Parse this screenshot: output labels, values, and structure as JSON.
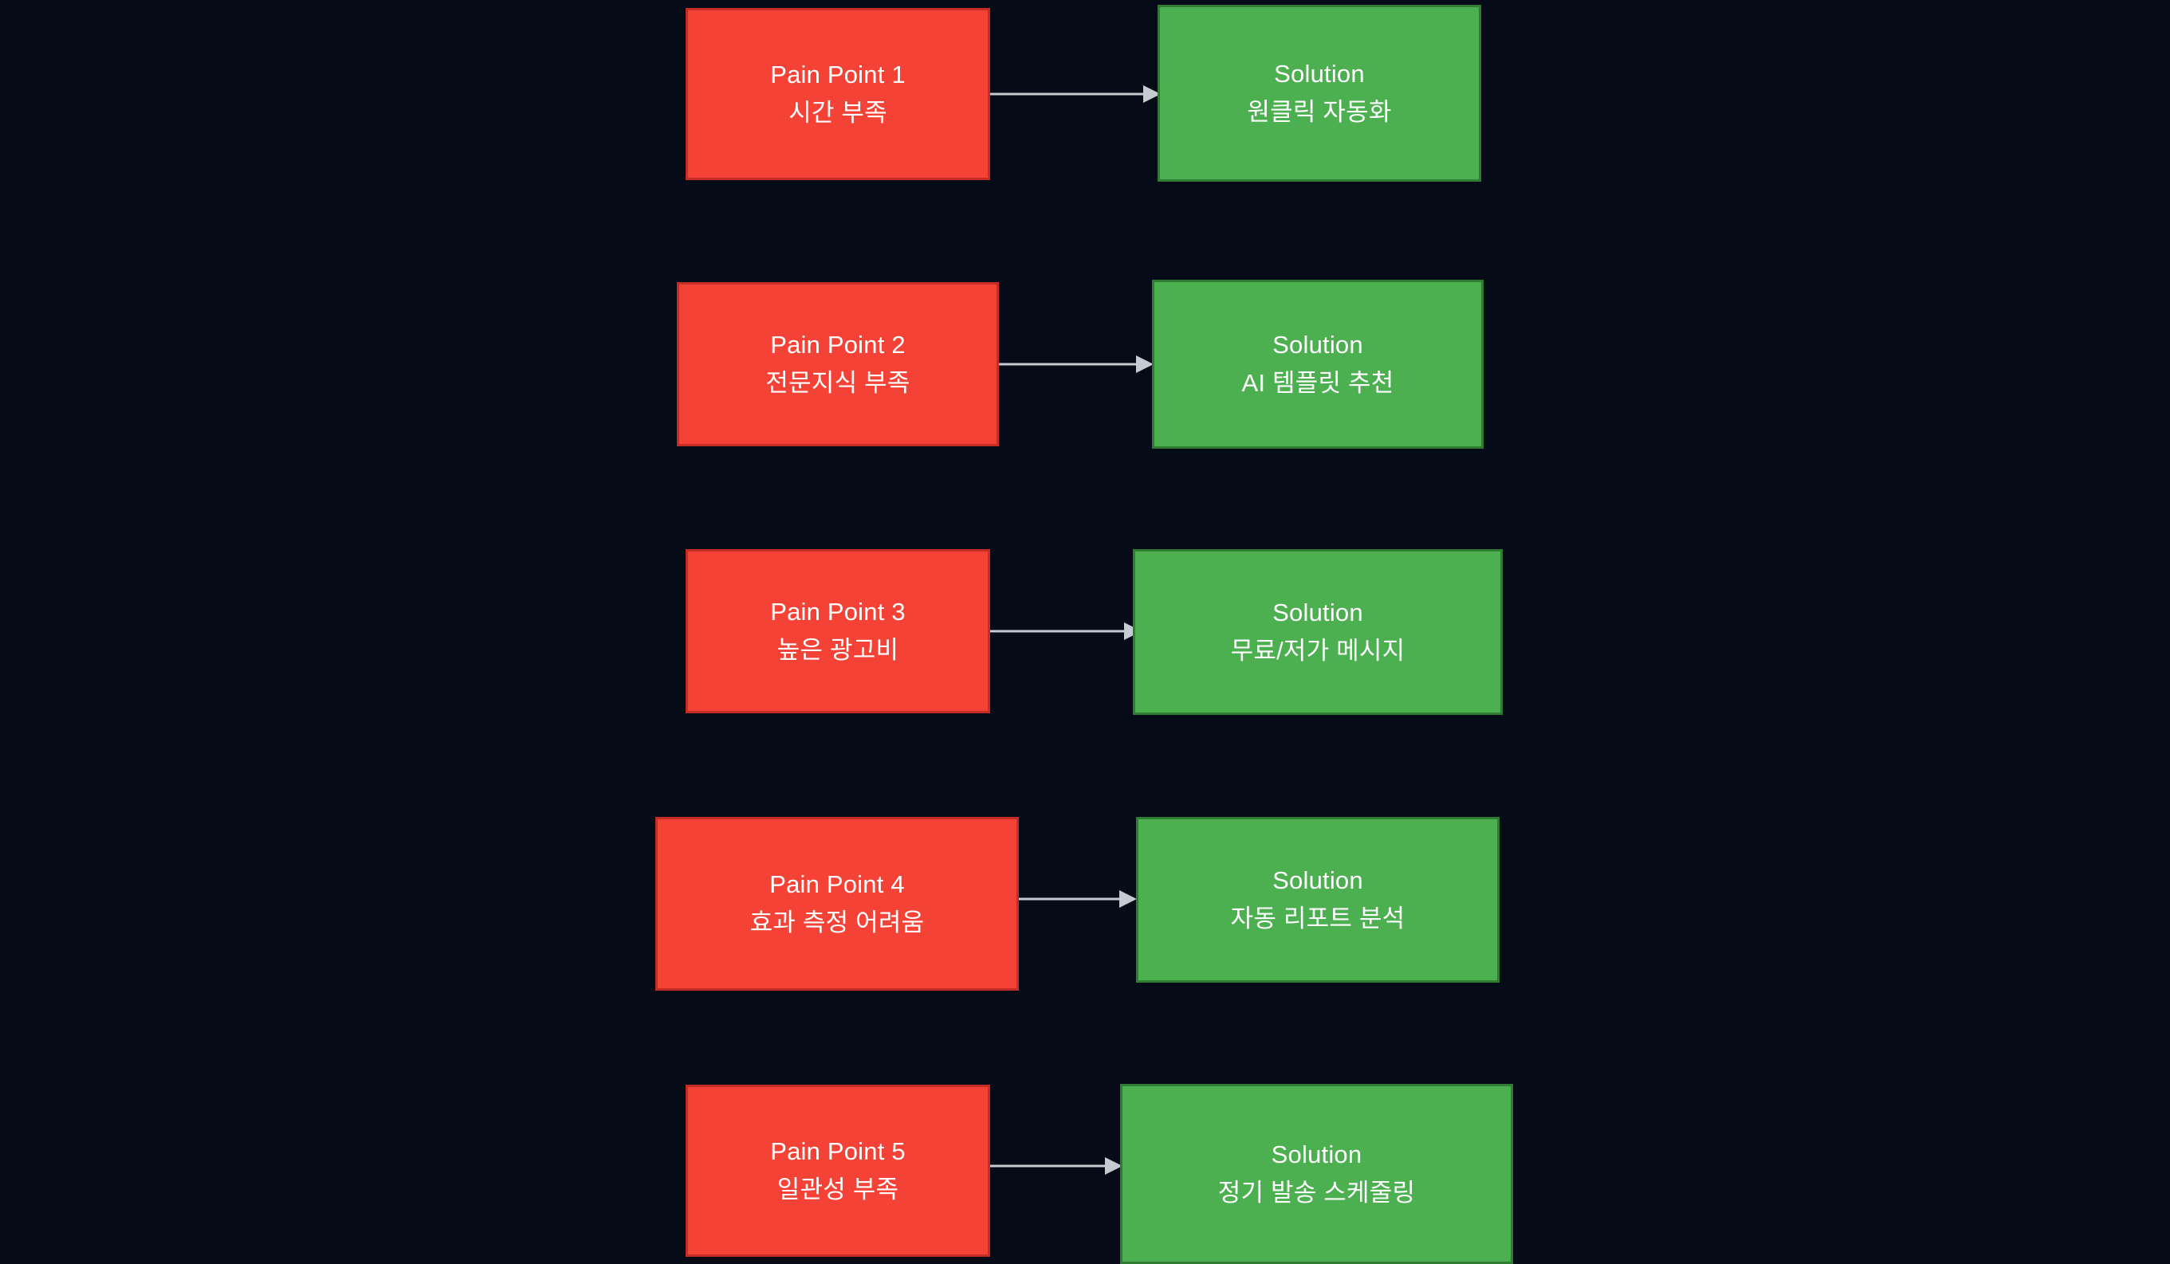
{
  "diagram": {
    "type": "flowchart",
    "orientation": "left-to-right",
    "background_color": "#060b18",
    "pain_color": "#F44336",
    "pain_border_color": "#C62E25",
    "solution_color": "#4CAF50",
    "solution_border_color": "#2F7D33",
    "arrow_color": "#c6cbd1",
    "text_color": "#ffffff",
    "rows": [
      {
        "pain": {
          "title": "Pain Point 1",
          "detail": "시간 부족"
        },
        "solution": {
          "title": "Solution",
          "detail": "원클릭 자동화"
        },
        "connector": "arrow-right"
      },
      {
        "pain": {
          "title": "Pain Point 2",
          "detail": "전문지식 부족"
        },
        "solution": {
          "title": "Solution",
          "detail": "AI 템플릿 추천"
        },
        "connector": "arrow-right"
      },
      {
        "pain": {
          "title": "Pain Point 3",
          "detail": "높은 광고비"
        },
        "solution": {
          "title": "Solution",
          "detail": "무료/저가 메시지"
        },
        "connector": "arrow-right"
      },
      {
        "pain": {
          "title": "Pain Point 4",
          "detail": "효과 측정 어려움"
        },
        "solution": {
          "title": "Solution",
          "detail": "자동 리포트 분석"
        },
        "connector": "arrow-right"
      },
      {
        "pain": {
          "title": "Pain Point 5",
          "detail": "일관성 부족"
        },
        "solution": {
          "title": "Solution",
          "detail": "정기 발송 스케줄링"
        },
        "connector": "arrow-right"
      }
    ]
  }
}
